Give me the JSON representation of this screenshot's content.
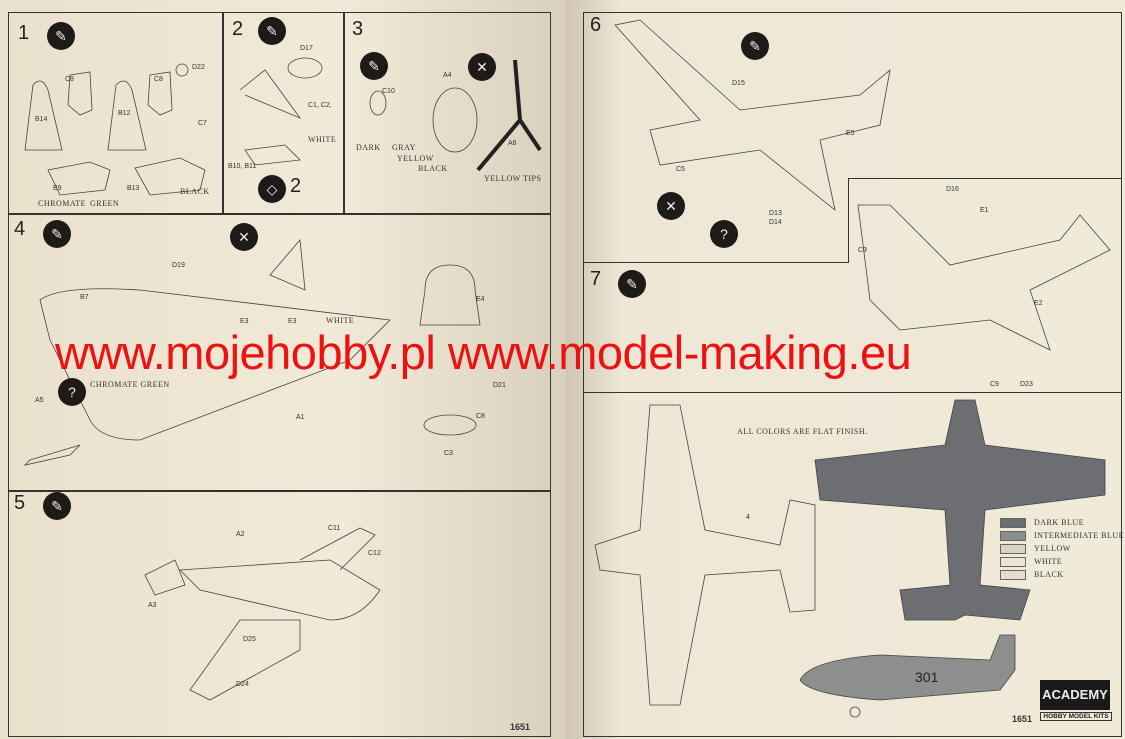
{
  "steps": [
    {
      "number": "1",
      "parts": [
        "C8",
        "B14",
        "B9",
        "C8",
        "B12",
        "B13",
        "D22",
        "C7"
      ],
      "colors": [
        "CHROMATE",
        "GREEN",
        "BLACK"
      ]
    },
    {
      "number": "2",
      "parts": [
        "D17",
        "C1, C2,",
        "B10, B11"
      ],
      "colors": [
        "WHITE"
      ],
      "quantity": "2"
    },
    {
      "number": "3",
      "parts": [
        "C10",
        "A4",
        "A6"
      ],
      "colors": [
        "DARK",
        "GRAY",
        "YELLOW",
        "BLACK",
        "YELLOW TIPS"
      ]
    },
    {
      "number": "4",
      "parts": [
        "D19",
        "B7",
        "E3",
        "E3",
        "A5",
        "A1",
        "E4",
        "D21",
        "C8",
        "C3"
      ],
      "colors": [
        "WHITE",
        "CHROMATE GREEN"
      ]
    },
    {
      "number": "5",
      "parts": [
        "A2",
        "C11",
        "C12",
        "A3",
        "D25",
        "D24"
      ]
    },
    {
      "number": "6",
      "parts": [
        "D15",
        "E5",
        "C5",
        "D13",
        "D14"
      ]
    },
    {
      "number": "7",
      "parts": [
        "D16",
        "E1",
        "C9",
        "E2",
        "D23",
        "C9"
      ]
    }
  ],
  "painting": {
    "note": "ALL COLORS ARE FLAT FINISH.",
    "callout": "4",
    "aircraft_number": "301",
    "legend": [
      {
        "label": "DARK BLUE",
        "color": "#6c6e72"
      },
      {
        "label": "INTERMEDIATE BLUE",
        "color": "#8d8e8e"
      },
      {
        "label": "YELLOW",
        "color": "#d8d2bf"
      },
      {
        "label": "WHITE",
        "color": "#ece6d6"
      },
      {
        "label": "BLACK",
        "color": "#e4ddcb"
      }
    ]
  },
  "kit_number_left": "1651",
  "kit_number_right": "1651",
  "brand": "ACADEMY",
  "brand_sub": "HOBBY MODEL KITS",
  "watermark": "www.mojehobby.pl www.model-making.eu"
}
